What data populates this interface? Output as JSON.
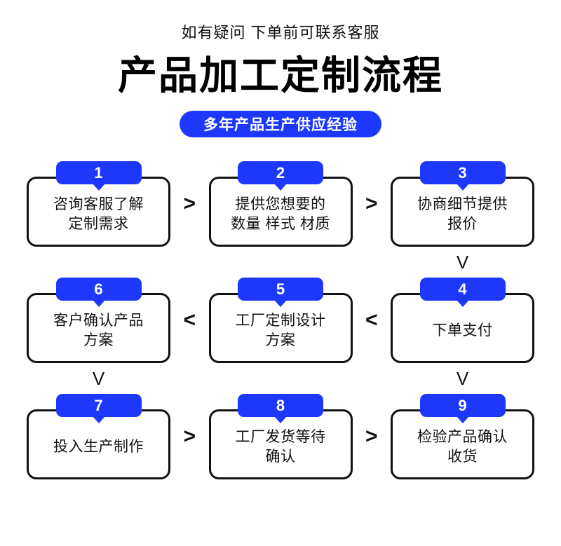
{
  "header": {
    "subtitle": "如有疑问 下单前可联系客服",
    "title": "产品加工定制流程",
    "pill_label": "多年产品生产供应经验"
  },
  "colors": {
    "accent_blue": "#1d38fb",
    "badge_text": "#ffffff",
    "box_border": "#111111",
    "text": "#111111",
    "background": "#ffffff"
  },
  "flow": {
    "rows": [
      {
        "direction": "left-to-right",
        "nodes": [
          {
            "number": "1",
            "label": "咨询客服了解\n定制需求"
          },
          {
            "number": "2",
            "label": "提供您想要的\n数量 样式 材质"
          },
          {
            "number": "3",
            "label": "协商细节提供\n报价"
          }
        ],
        "connectors": [
          ">",
          ">"
        ]
      },
      {
        "direction": "right-to-left",
        "nodes": [
          {
            "number": "6",
            "label": "客户确认产品\n方案"
          },
          {
            "number": "5",
            "label": "工厂定制设计\n方案"
          },
          {
            "number": "4",
            "label": "下单支付"
          }
        ],
        "connectors": [
          "<",
          "<"
        ]
      },
      {
        "direction": "left-to-right",
        "nodes": [
          {
            "number": "7",
            "label": "投入生产制作"
          },
          {
            "number": "8",
            "label": "工厂发货等待\n确认"
          },
          {
            "number": "9",
            "label": "检验产品确认\n收货"
          }
        ],
        "connectors": [
          ">",
          ">"
        ]
      }
    ],
    "vertical_connectors": [
      {
        "after_row": 0,
        "column": 2,
        "glyph": "V"
      },
      {
        "after_row": 1,
        "column": 0,
        "glyph": "V"
      },
      {
        "after_row": 1,
        "column": 2,
        "glyph": "V"
      }
    ]
  }
}
